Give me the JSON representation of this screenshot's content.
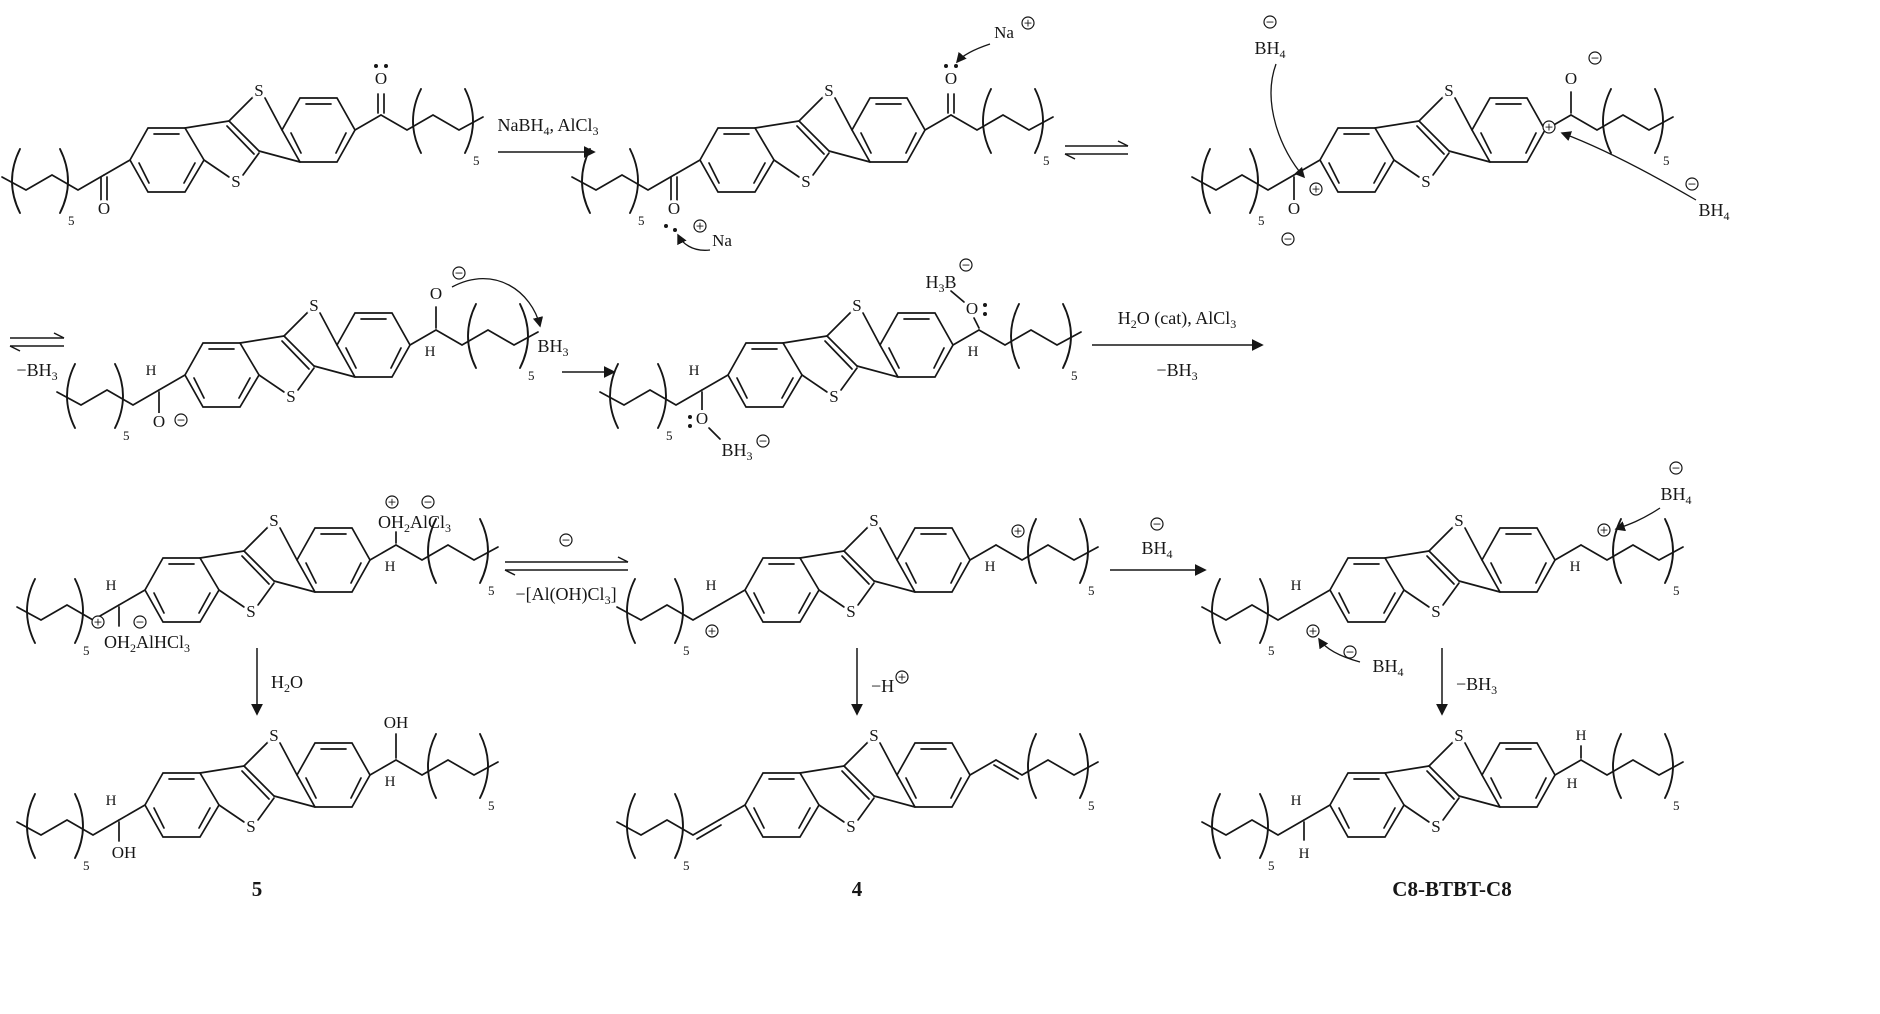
{
  "molecule_labels": {
    "S": "S",
    "O": "O",
    "H": "H",
    "OH": "OH",
    "Na": "Na",
    "plus": "+",
    "minus": "−",
    "chain_repeat": "5"
  },
  "reagents": {
    "step1": [
      "NaBH",
      "4",
      ", AlCl",
      "3"
    ],
    "minus_bh3": [
      "−BH",
      "3"
    ],
    "bh3": [
      "BH",
      "3"
    ],
    "bh4": [
      "BH",
      "4"
    ],
    "h3b": [
      "H",
      "3",
      "B"
    ],
    "step2_top": [
      "H",
      "2",
      "O (cat), AlCl",
      "3"
    ],
    "h2o": [
      "H",
      "2",
      "O"
    ],
    "al_leaving": [
      "−[Al(OH)Cl",
      "3",
      "]"
    ],
    "oh2alcl3": [
      "OH",
      "2",
      "AlCl",
      "3"
    ],
    "oh2alhcl3": [
      "OH",
      "2",
      "AlHCl",
      "3"
    ],
    "minus_h": "−H"
  },
  "compound_labels": {
    "five": "5",
    "four": "4",
    "final": "C8-BTBT-C8"
  }
}
